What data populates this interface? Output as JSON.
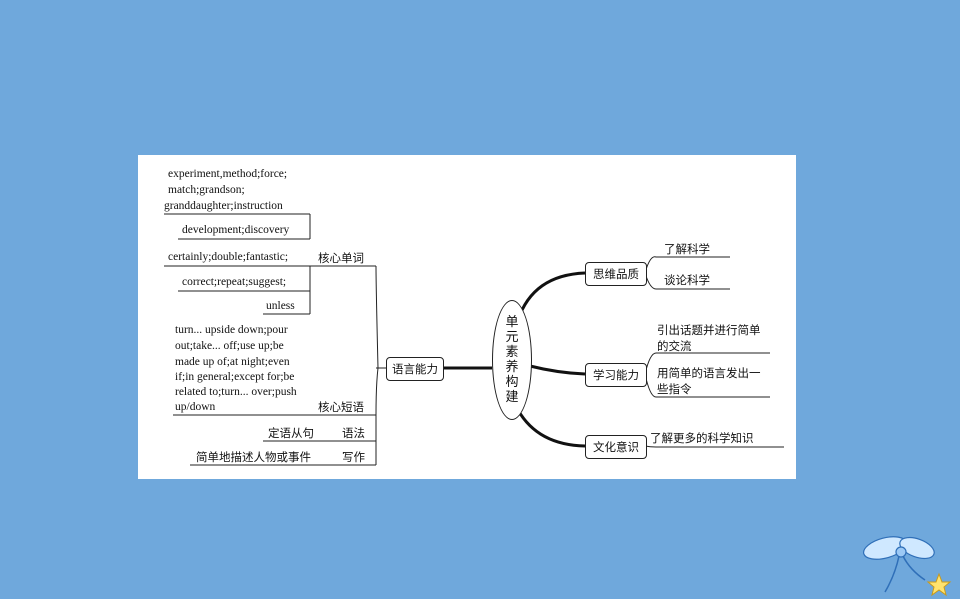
{
  "center": {
    "label": "单元素养构建"
  },
  "branches": {
    "language": {
      "label": "语言能力",
      "vocab": {
        "label": "核心单词",
        "items": [
          "experiment,method;force;",
          "match;grandson;",
          "granddaughter;instruction",
          "development;discovery",
          "certainly;double;fantastic;",
          "correct;repeat;suggest;",
          "unless"
        ]
      },
      "phrases": {
        "label": "核心短语",
        "lines": [
          "turn... upside down;pour",
          "out;take... off;use up;be",
          "made up of;at night;even",
          "if;in general;except for;be",
          "related to;turn... over;push",
          "up/down"
        ]
      },
      "grammar": {
        "label": "语法",
        "value": "定语从句"
      },
      "writing": {
        "label": "写作",
        "value": "简单地描述人物或事件"
      }
    },
    "thinking": {
      "label": "思维品质",
      "items": [
        "了解科学",
        "谈论科学"
      ]
    },
    "learning": {
      "label": "学习能力",
      "items": [
        "引出话题并进行简单的交流",
        "用简单的语言发出一些指令"
      ]
    },
    "culture": {
      "label": "文化意识",
      "items": [
        "了解更多的科学知识"
      ]
    }
  }
}
